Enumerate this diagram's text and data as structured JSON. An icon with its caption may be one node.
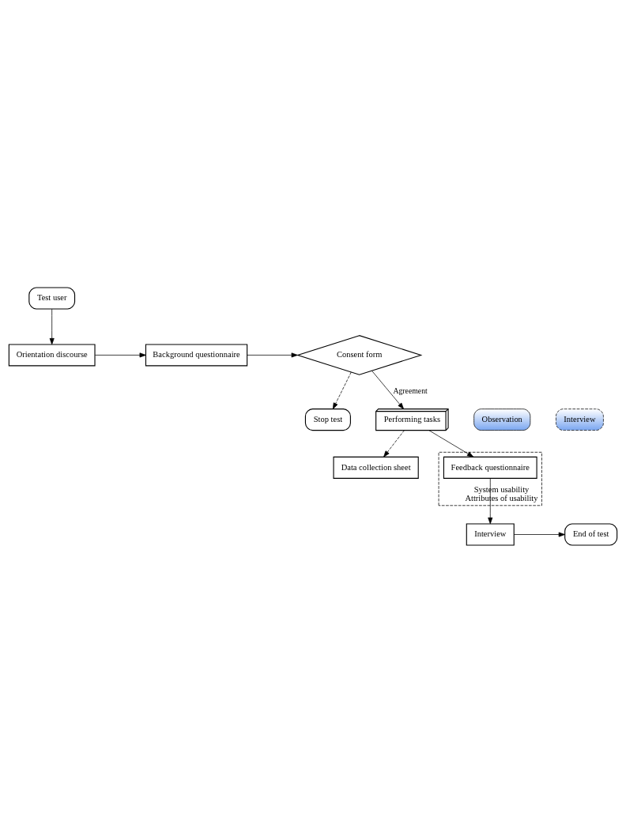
{
  "diagram": {
    "nodes": [
      {
        "text": [
          "Test user"
        ]
      },
      {
        "text": [
          "Orientation discourse"
        ]
      },
      {
        "text": [
          "Background questionnaire"
        ]
      },
      {
        "text": [
          "Consent form"
        ]
      },
      {
        "text": [
          "Stop test"
        ]
      },
      {
        "text": [
          "Performing tasks"
        ]
      },
      {
        "text": [
          "Observation"
        ]
      },
      {
        "text": [
          "Interview"
        ]
      },
      {
        "text": [
          "Data collection sheet"
        ]
      },
      {
        "text": [
          "System usability",
          "Attributes of usability"
        ]
      },
      {
        "text": [
          "Feedback questionnaire"
        ],
        "in": 9
      },
      {
        "text": [
          "Interview"
        ]
      },
      {
        "text": [
          "End of test"
        ]
      }
    ],
    "edges": [
      {
        "from": 0,
        "to": 1,
        "arrow": "to"
      },
      {
        "from": 1,
        "to": 2,
        "arrow": "to"
      },
      {
        "from": 2,
        "to": 3,
        "arrow": "to"
      },
      {
        "from": 3,
        "to": 4,
        "arrow": "to",
        "style": "dashed"
      },
      {
        "from": 3,
        "to": 5,
        "arrow": "to",
        "label": "Agreement"
      },
      {
        "from": 5,
        "to": 8,
        "arrow": "to",
        "style": "dashed"
      },
      {
        "from": 5,
        "to": 10,
        "arrow": "to"
      },
      {
        "from": 10,
        "to": 11,
        "arrow": "to"
      },
      {
        "from": 11,
        "to": 12,
        "arrow": "to"
      }
    ]
  }
}
